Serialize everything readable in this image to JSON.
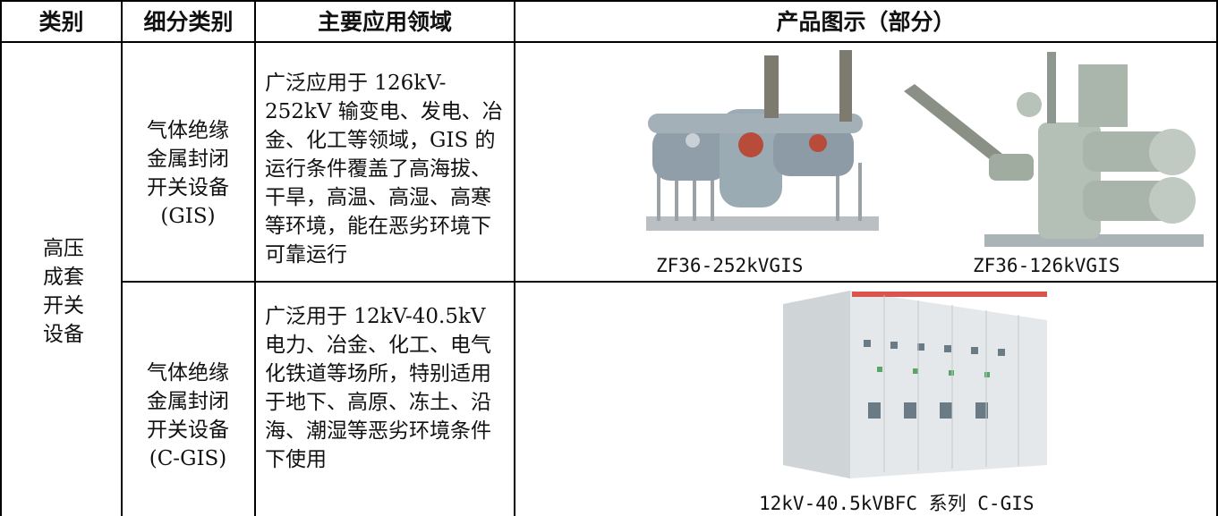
{
  "table": {
    "headers": [
      "类别",
      "细分类别",
      "主要应用领域",
      "产品图示（部分）"
    ],
    "category": "高压成套开关设备",
    "rows": [
      {
        "subcategory": "气体绝缘金属封闭开关设备(GIS)",
        "application": "广泛应用于 126kV-252kV 输变电、发电、冶金、化工等领域，GIS 的运行条件覆盖了高海拔、干旱，高温、高湿、高寒等环境，能在恶劣环境下可靠运行",
        "images": [
          {
            "icon": "gis-252kv-switchgear-photo",
            "caption": "ZF36-252kVGIS"
          },
          {
            "icon": "gis-126kv-switchgear-photo",
            "caption": "ZF36-126kVGIS"
          }
        ]
      },
      {
        "subcategory": "气体绝缘金属封闭开关设备(C-GIS)",
        "application": "广泛用于 12kV-40.5kV 电力、冶金、化工、电气化铁道等场所，特别适用于地下、高原、冻土、沿海、潮湿等恶劣环境条件下使用",
        "images": [
          {
            "icon": "c-gis-cabinet-row-photo",
            "caption": "12kV-40.5kVBFC 系列 C-GIS"
          }
        ]
      }
    ]
  }
}
